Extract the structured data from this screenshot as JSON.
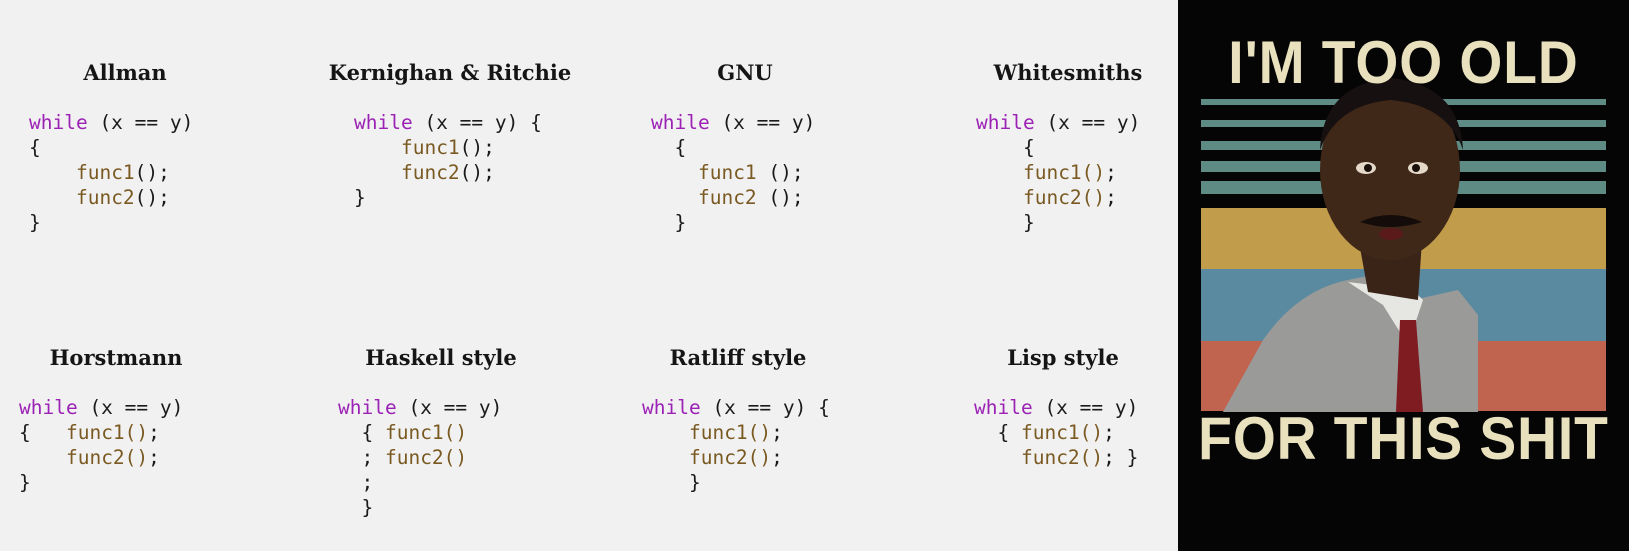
{
  "styles": [
    {
      "name": "Allman"
    },
    {
      "name": "Kernighan & Ritchie"
    },
    {
      "name": "GNU"
    },
    {
      "name": "Whitesmiths"
    },
    {
      "name": "Horstmann"
    },
    {
      "name": "Haskell style"
    },
    {
      "name": "Ratliff style"
    },
    {
      "name": "Lisp style"
    }
  ],
  "meme": {
    "top_text": "I'M TOO OLD",
    "bottom_text": "FOR THIS SHIT",
    "colors": {
      "background": "#050505",
      "text": "#e9e0bd",
      "thin_stripes": "#5e8c85",
      "yellow": "#c19d4b",
      "blue": "#5a8aa0",
      "red": "#c0634f"
    }
  }
}
